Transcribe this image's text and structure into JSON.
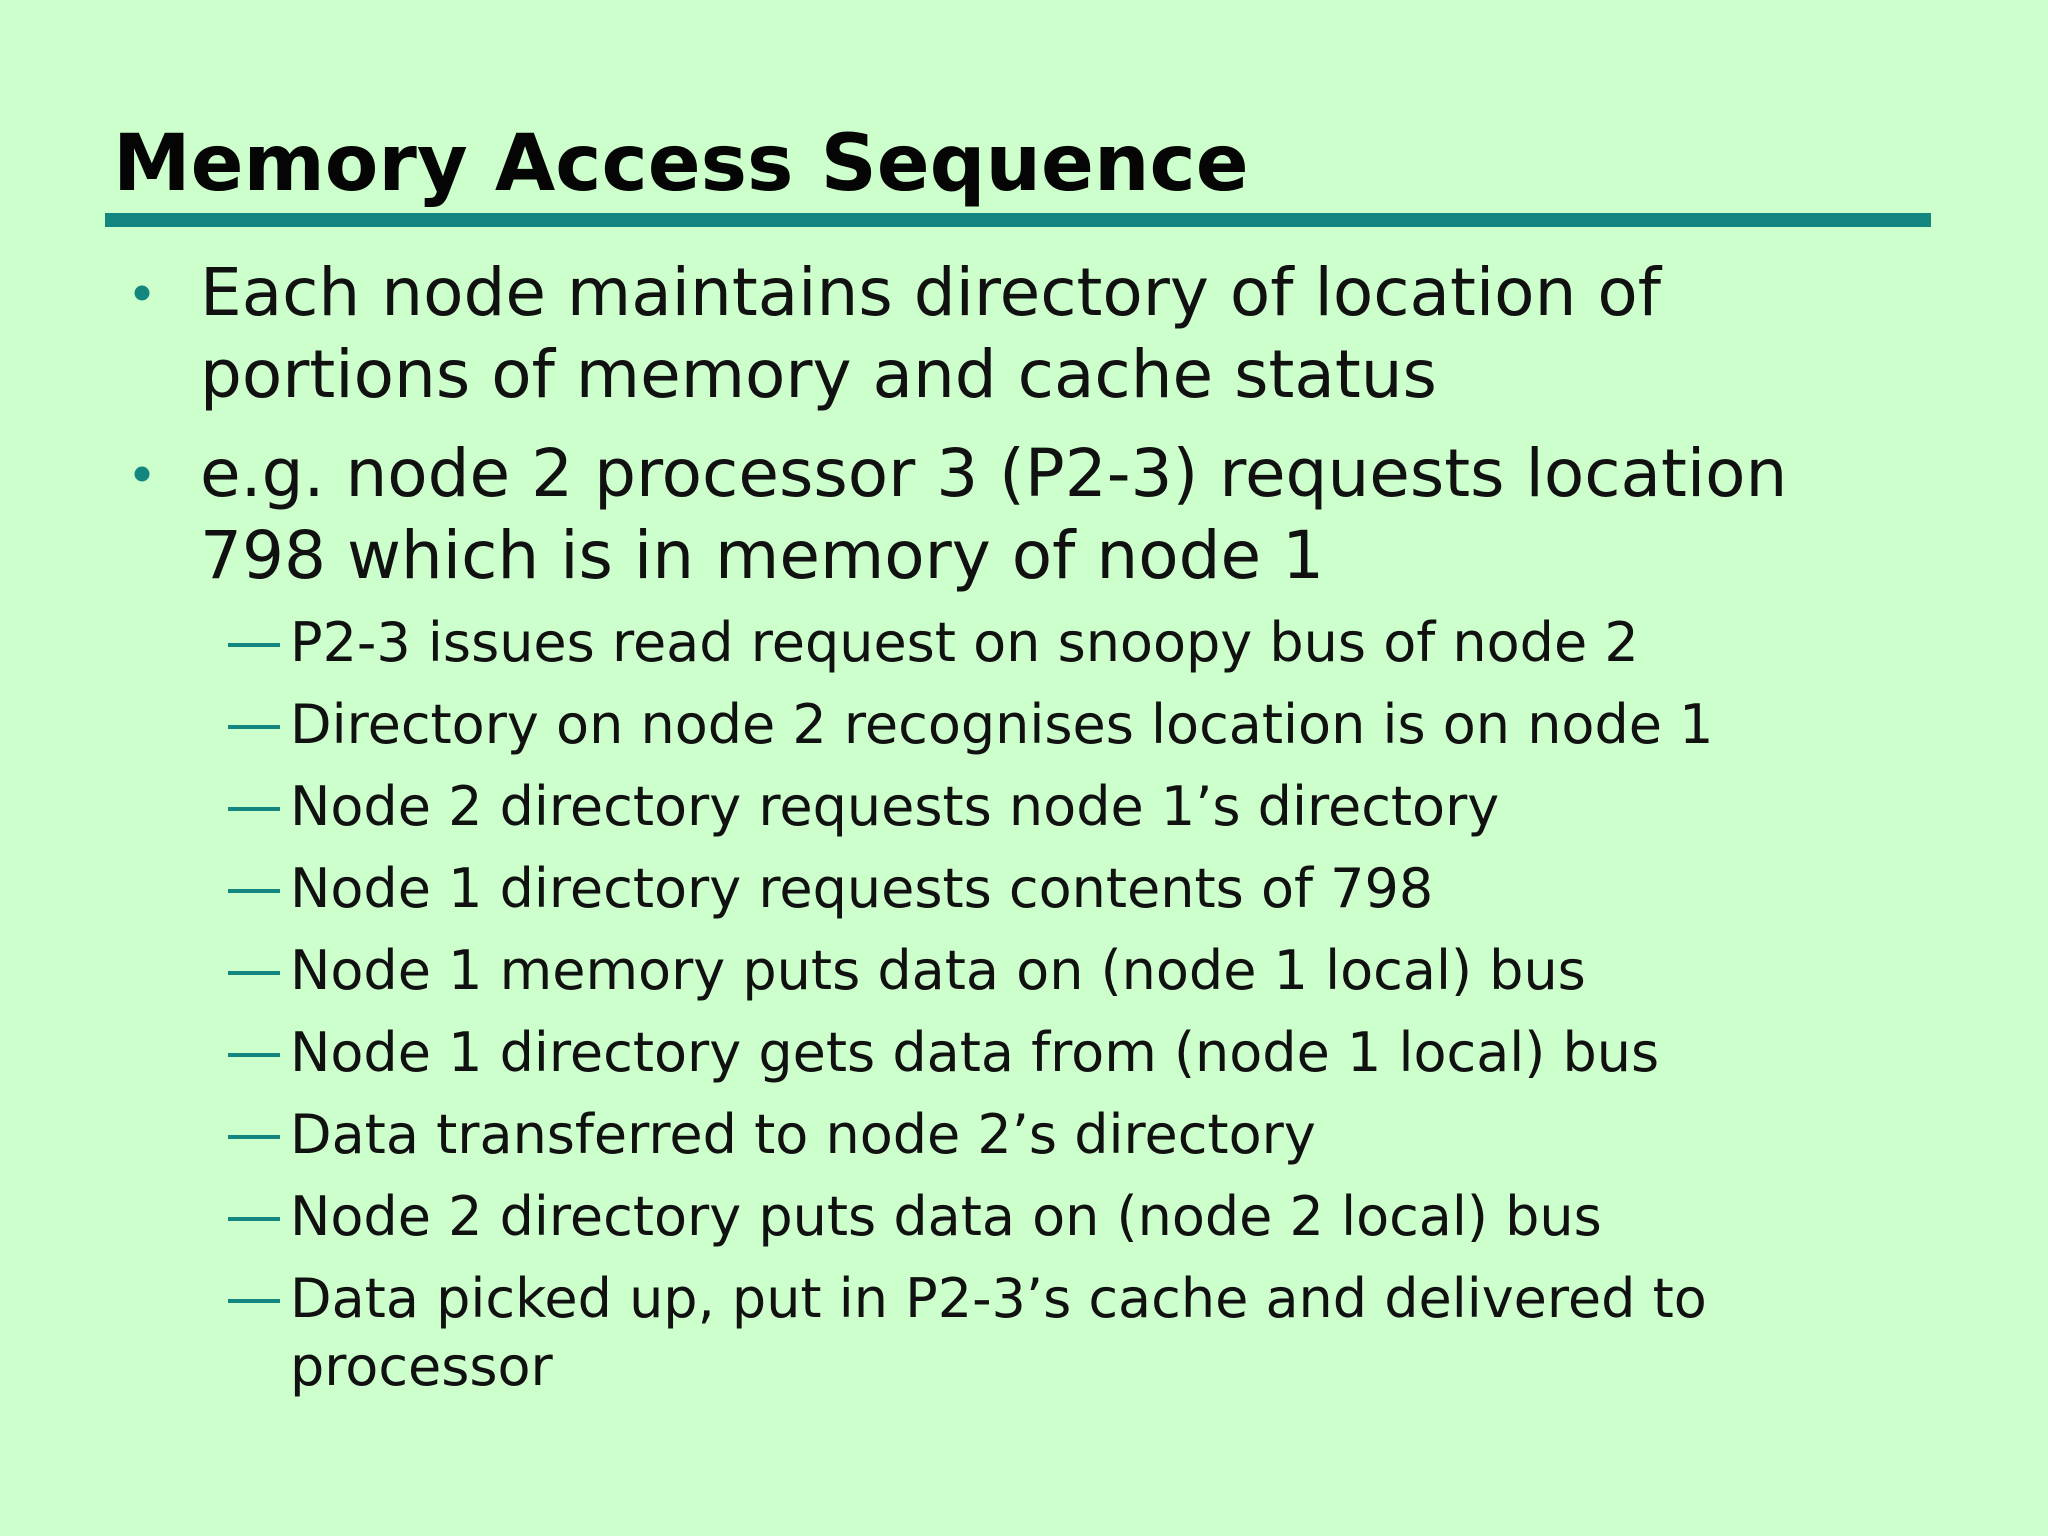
{
  "title": "Memory Access Sequence",
  "colors": {
    "background": "#ccffcc",
    "accent": "#13877f",
    "text": "#111111"
  },
  "bullets": [
    {
      "text": "Each node maintains directory of location of\nportions of memory and cache status"
    },
    {
      "text": "e.g. node 2 processor 3 (P2-3) requests location\n798 which is in memory of node 1"
    }
  ],
  "sub_bullets": [
    {
      "text": "P2-3 issues read request on snoopy bus of node 2"
    },
    {
      "text": "Directory on node 2 recognises location is on node 1"
    },
    {
      "text": "Node 2 directory requests node 1’s directory"
    },
    {
      "text": "Node 1 directory requests contents of 798"
    },
    {
      "text": "Node 1 memory puts data on (node 1 local) bus"
    },
    {
      "text": "Node 1 directory gets data from (node 1 local) bus"
    },
    {
      "text": "Data transferred to node 2’s directory"
    },
    {
      "text": "Node 2 directory puts data on (node 2 local) bus"
    },
    {
      "text": "Data picked up, put in P2-3’s cache and delivered to\nprocessor"
    }
  ]
}
